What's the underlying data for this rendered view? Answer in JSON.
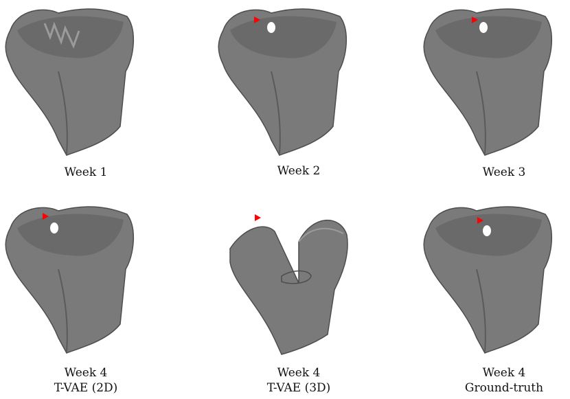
{
  "figure": {
    "panels": [
      {
        "caption_lines": [
          "Week 1"
        ]
      },
      {
        "caption_lines": [
          "Week 2"
        ]
      },
      {
        "caption_lines": [
          "Week 3"
        ]
      },
      {
        "caption_lines": [
          "Week 4",
          "T-VAE (2D)"
        ]
      },
      {
        "caption_lines": [
          "Week 4",
          "T-VAE (3D)"
        ]
      },
      {
        "caption_lines": [
          "Week 4",
          "Ground-truth"
        ]
      }
    ],
    "colors": {
      "mesh_fill": "#7a7a7a",
      "mesh_shadow": "#4d4d4d",
      "mesh_highlight": "#9b9b9b",
      "arrow_marker": "#ff0000"
    },
    "icons": [
      "arrow-marker-icon"
    ]
  }
}
